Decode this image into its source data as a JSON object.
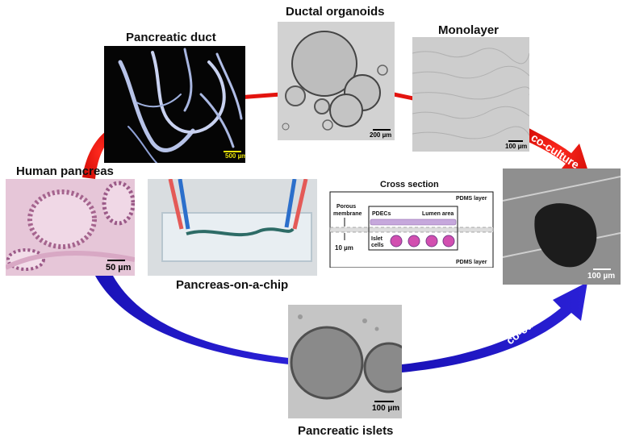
{
  "titles": {
    "ductal_organoids": "Ductal organoids",
    "pancreatic_duct": "Pancreatic duct",
    "monolayer": "Monolayer",
    "human_pancreas": "Human pancreas",
    "pancreas_on_chip": "Pancreas-on-a-chip",
    "pancreatic_islets": "Pancreatic islets"
  },
  "scale_bars": {
    "duct": "500 µm",
    "organoids": "200 µm",
    "monolayer": "100 µm",
    "pancreas": "50 µm",
    "coculture": "100 µm",
    "islets": "100 µm"
  },
  "arrows": {
    "top_coculture": "co-culture",
    "bottom_coculture": "co-culture"
  },
  "cross_section": {
    "title": "Cross section",
    "pdms_top": "PDMS layer",
    "pdms_bottom": "PDMS layer",
    "porous_line1": "Porous",
    "porous_line2": "membrane",
    "pdecs": "PDECs",
    "lumen": "Lumen area",
    "islet_line1": "Islet",
    "islet_line2": "cells",
    "thickness": "10 µm"
  },
  "colors": {
    "red_arrow": "#e3140f",
    "blue_arrow": "#1a12b8"
  }
}
